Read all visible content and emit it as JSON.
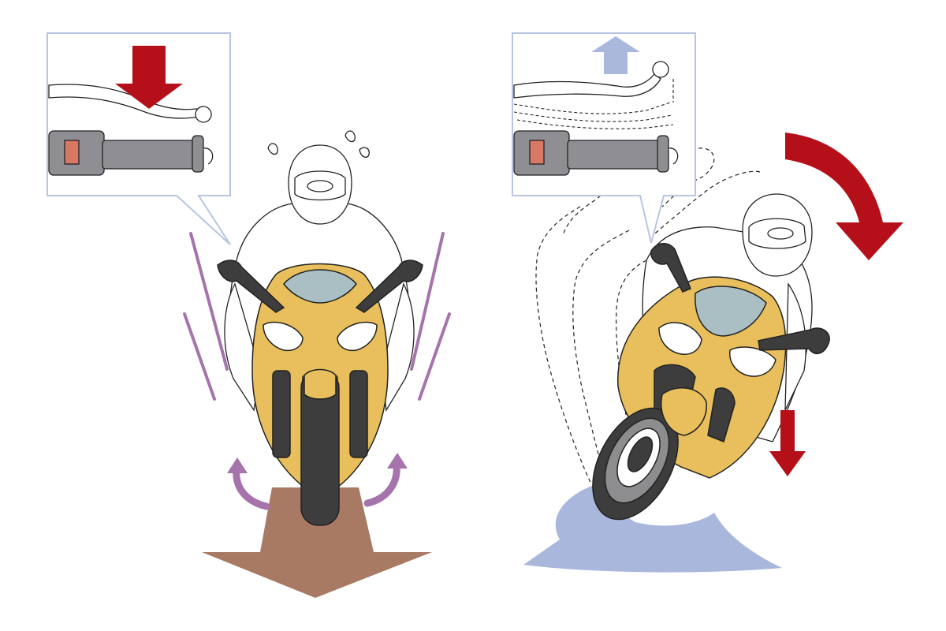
{
  "colors": {
    "background": "#ffffff",
    "outline": "#222222",
    "fairing_yellow": "#e8bf5c",
    "windscreen": "#a9bfc4",
    "tire_dark": "#3d3d3d",
    "red_arrow": "#b5101a",
    "light_blue_arrow": "#aab8dc",
    "callout_border": "#b8c4e2",
    "grip_gray": "#8f8f93",
    "grip_indicator": "#d97765",
    "purple_lines": "#a673ad",
    "brown_arrow": "#a87a64",
    "shadow_blue": "#aab7dc"
  },
  "icons": {
    "lever_pressed": "brake-lever-pressed-icon",
    "lever_released": "brake-lever-released-icon",
    "push_down": "red-down-arrow-icon",
    "release_up": "blue-up-arrow-icon",
    "rotation": "red-curved-arrow-icon",
    "fork_dive": "brown-forward-arrow-icon",
    "lean_down": "red-small-down-arrow-icon",
    "rebound": "purple-curved-arrow-icon"
  },
  "panels": [
    {
      "id": "left",
      "state": "braking-upright"
    },
    {
      "id": "right",
      "state": "released-leaning"
    }
  ]
}
